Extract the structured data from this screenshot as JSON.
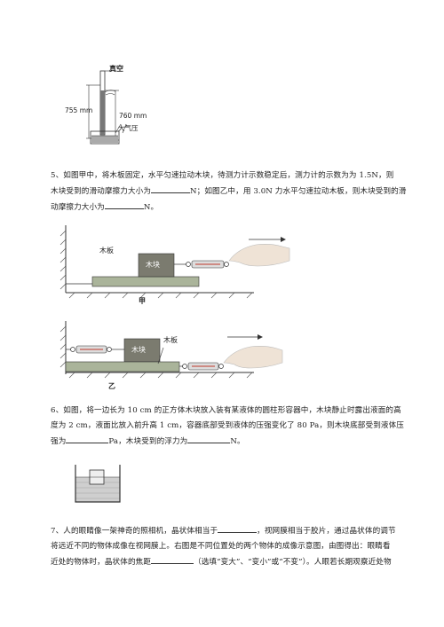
{
  "figure_barometer": {
    "top_label": "真空",
    "left_height": "755 mm",
    "right_height": "760 mm",
    "pressure_label": "大气压"
  },
  "q5": {
    "number": "5、",
    "line1": "如图甲中，将木板固定，水平匀速拉动木块，待测力计示数稳定后，测力计的示数为为 1.5N，则",
    "line2a": "木块受到的滑动摩擦力大小为",
    "line2b": "N；如图乙中，用 3.0N 力水平匀速拉动木板，则木块受到的滑",
    "line3a": "动摩擦力大小为",
    "line3b": "N。",
    "fig_jia": {
      "board": "木板",
      "block": "木块",
      "caption": "甲"
    },
    "fig_yi": {
      "board": "木板",
      "block": "木块",
      "caption": "乙"
    }
  },
  "q6": {
    "number": "6、",
    "line1": "如图，将一边长为 10 cm 的正方体木块放入装有某液体的圆柱形容器中，木块静止时露出液面的高",
    "line2": "度为 2 cm，液面比放入前升高 1 cm，容器底部受到液体的压强变化了 80 Pa，则木块底部受到液体压",
    "line3a": "强为",
    "line3b": "Pa，木块受到的浮力为",
    "line3c": "N。"
  },
  "q7": {
    "number": "7、",
    "line1a": "人的眼睛像一架神奇的照相机，晶状体相当于",
    "line1b": "，视网膜相当于胶片，通过晶状体的调节",
    "line2": "将远近不同的物体成像在视网膜上。右图是不同位置处的两个物体的成像示意图，由图得出：眼睛看",
    "line3a": "近处的物体时，晶状体的焦距",
    "line3b": "（选填“变大”、“变小”或“不变”）。人眼若长期观察近处物"
  }
}
